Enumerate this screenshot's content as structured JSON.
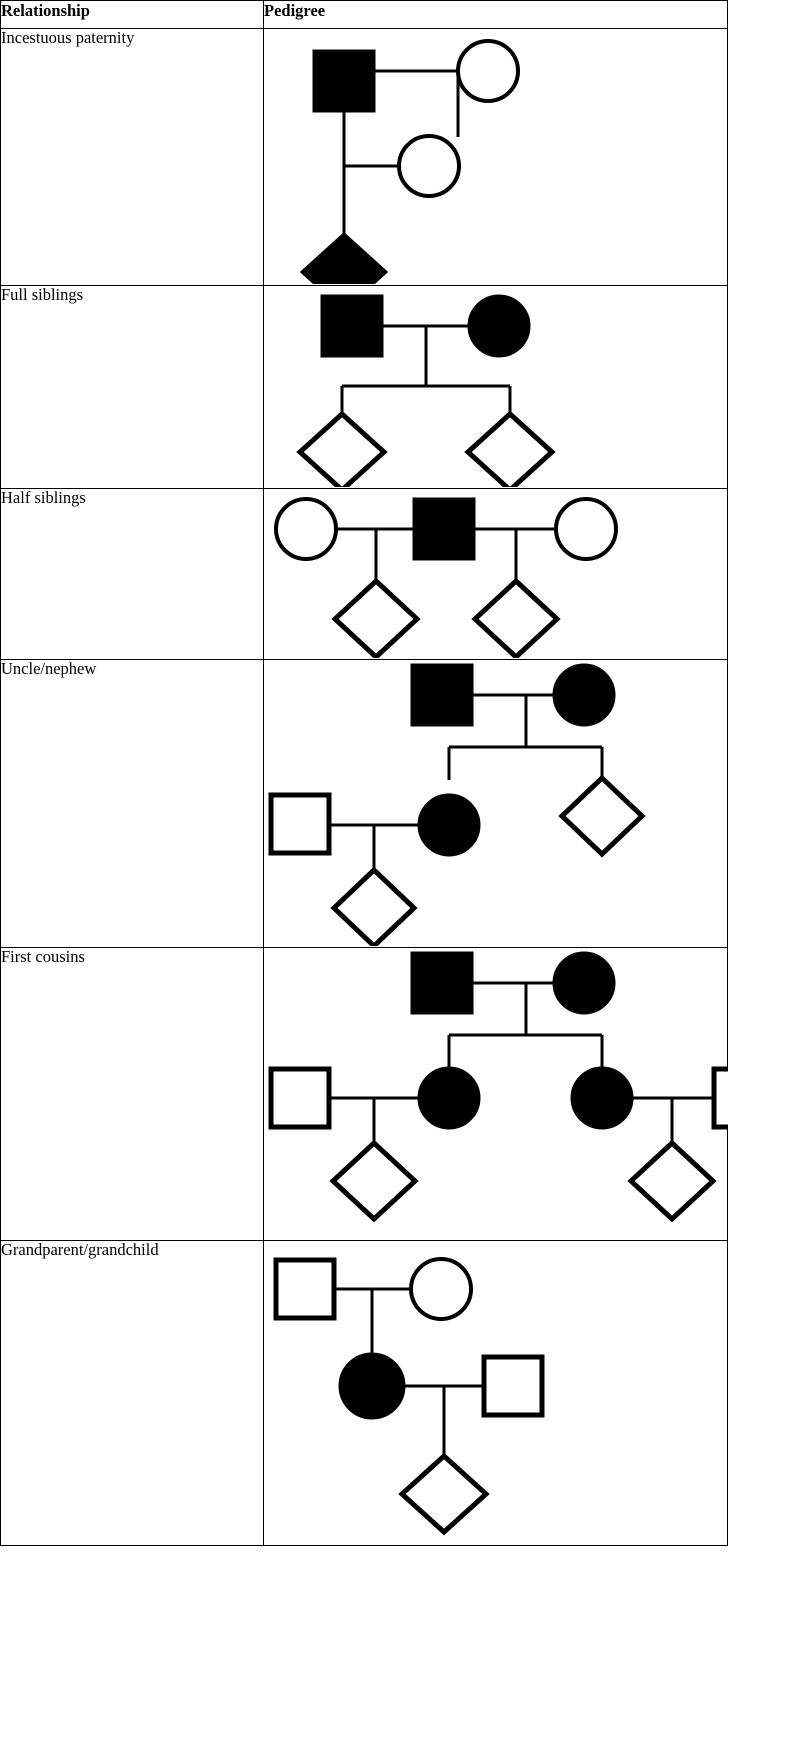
{
  "table": {
    "columns": [
      {
        "key": "relationship",
        "label": "Relationship"
      },
      {
        "key": "pedigree",
        "label": "Pedigree"
      }
    ],
    "rows": [
      {
        "relationship": "Incestuous paternity",
        "pedigree_id": "incestuous-paternity"
      },
      {
        "relationship": "Full siblings",
        "pedigree_id": "full-siblings"
      },
      {
        "relationship": "Half siblings",
        "pedigree_id": "half-siblings"
      },
      {
        "relationship": "Uncle/nephew",
        "pedigree_id": "uncle-nephew"
      },
      {
        "relationship": "First cousins",
        "pedigree_id": "first-cousins"
      },
      {
        "relationship": "Grandparent/grandchild",
        "pedigree_id": "grandparent-grandchild"
      }
    ]
  },
  "legend": {
    "square": "male",
    "circle": "female",
    "diamond": "unknown-sex",
    "filled": "tested-individual",
    "open": "untested-individual"
  },
  "colors": {
    "stroke": "#000000",
    "fill_solid": "#000000",
    "fill_open": "#ffffff",
    "border": "#000000",
    "background": "#ffffff"
  },
  "pedigrees": {
    "incestuous-paternity": {
      "symbols": [
        {
          "name": "father-square-filled",
          "shape": "square",
          "fill": "solid"
        },
        {
          "name": "mother-circle-open",
          "shape": "circle",
          "fill": "open"
        },
        {
          "name": "daughter-circle-open",
          "shape": "circle",
          "fill": "open"
        },
        {
          "name": "child-diamond-filled",
          "shape": "diamond",
          "fill": "solid"
        }
      ]
    },
    "full-siblings": {
      "symbols": [
        {
          "name": "father-square-filled",
          "shape": "square",
          "fill": "solid"
        },
        {
          "name": "mother-circle-filled",
          "shape": "circle",
          "fill": "solid"
        },
        {
          "name": "sibling1-diamond-open",
          "shape": "diamond",
          "fill": "open"
        },
        {
          "name": "sibling2-diamond-open",
          "shape": "diamond",
          "fill": "open"
        }
      ]
    },
    "half-siblings": {
      "symbols": [
        {
          "name": "mother1-circle-open",
          "shape": "circle",
          "fill": "open"
        },
        {
          "name": "shared-father-square-filled",
          "shape": "square",
          "fill": "solid"
        },
        {
          "name": "mother2-circle-open",
          "shape": "circle",
          "fill": "open"
        },
        {
          "name": "halfsib1-diamond-open",
          "shape": "diamond",
          "fill": "open"
        },
        {
          "name": "halfsib2-diamond-open",
          "shape": "diamond",
          "fill": "open"
        }
      ]
    },
    "uncle-nephew": {
      "symbols": [
        {
          "name": "grandfather-square-filled",
          "shape": "square",
          "fill": "solid"
        },
        {
          "name": "grandmother-circle-filled",
          "shape": "circle",
          "fill": "solid"
        },
        {
          "name": "father-in-law-square-open",
          "shape": "square",
          "fill": "open"
        },
        {
          "name": "daughter-circle-filled",
          "shape": "circle",
          "fill": "solid"
        },
        {
          "name": "uncle-diamond-open",
          "shape": "diamond",
          "fill": "open"
        },
        {
          "name": "nephew-diamond-open",
          "shape": "diamond",
          "fill": "open"
        }
      ]
    },
    "first-cousins": {
      "symbols": [
        {
          "name": "grandfather-square-filled",
          "shape": "square",
          "fill": "solid"
        },
        {
          "name": "grandmother-circle-filled",
          "shape": "circle",
          "fill": "solid"
        },
        {
          "name": "spouse-left-square-open",
          "shape": "square",
          "fill": "open"
        },
        {
          "name": "daughter-left-circle-filled",
          "shape": "circle",
          "fill": "solid"
        },
        {
          "name": "daughter-right-circle-filled",
          "shape": "circle",
          "fill": "solid"
        },
        {
          "name": "spouse-right-square-open",
          "shape": "square",
          "fill": "open"
        },
        {
          "name": "cousin-left-diamond-open",
          "shape": "diamond",
          "fill": "open"
        },
        {
          "name": "cousin-right-diamond-open",
          "shape": "diamond",
          "fill": "open"
        }
      ]
    },
    "grandparent-grandchild": {
      "symbols": [
        {
          "name": "grandfather-square-open",
          "shape": "square",
          "fill": "open"
        },
        {
          "name": "grandmother-circle-open",
          "shape": "circle",
          "fill": "open"
        },
        {
          "name": "mother-circle-filled",
          "shape": "circle",
          "fill": "solid"
        },
        {
          "name": "father-square-open",
          "shape": "square",
          "fill": "open"
        },
        {
          "name": "grandchild-diamond-open",
          "shape": "diamond",
          "fill": "open"
        }
      ]
    }
  }
}
